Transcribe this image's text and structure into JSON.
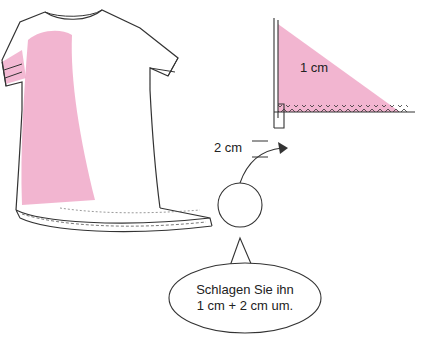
{
  "diagram": {
    "nodes": [
      {
        "text": [
          "Schlagen Sie ihn 1 cm + 2 cm um."
        ]
      }
    ],
    "labels": [
      "1 cm",
      "2 cm"
    ]
  }
}
